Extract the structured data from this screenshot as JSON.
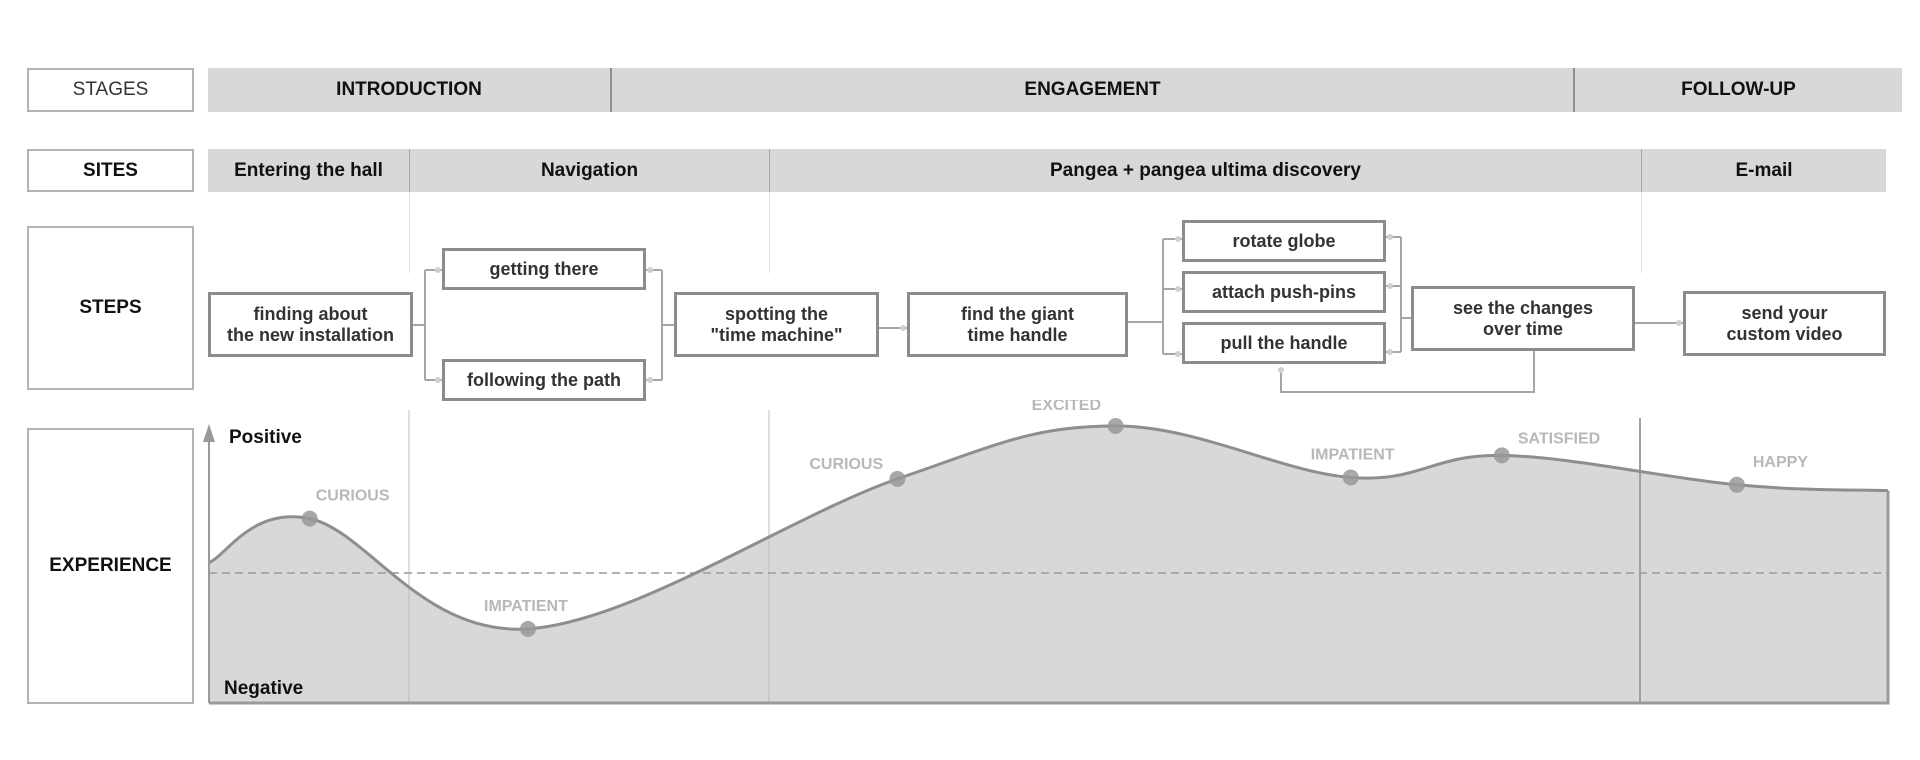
{
  "row_labels": {
    "stages": "STAGES",
    "sites": "SITES",
    "steps": "STEPS",
    "experience": "EXPERIENCE"
  },
  "stages": [
    {
      "label": "INTRODUCTION"
    },
    {
      "label": "ENGAGEMENT"
    },
    {
      "label": "FOLLOW-UP"
    }
  ],
  "sites": [
    {
      "label": "Entering the hall"
    },
    {
      "label": "Navigation"
    },
    {
      "label": "Pangea + pangea ultima discovery"
    },
    {
      "label": "E-mail"
    }
  ],
  "steps": [
    {
      "id": "finding",
      "label": "finding about\nthe new installation"
    },
    {
      "id": "getting",
      "label": "getting there"
    },
    {
      "id": "following",
      "label": "following the path"
    },
    {
      "id": "spotting",
      "label": "spotting the\n\"time machine\""
    },
    {
      "id": "giant",
      "label": "find the giant\ntime handle"
    },
    {
      "id": "rotate",
      "label": "rotate globe"
    },
    {
      "id": "pushpins",
      "label": "attach push-pins"
    },
    {
      "id": "pull",
      "label": "pull the handle"
    },
    {
      "id": "changes",
      "label": "see the changes\nover time"
    },
    {
      "id": "video",
      "label": "send your\ncustom video"
    }
  ],
  "experience": {
    "axis_top_label": "Positive",
    "axis_bottom_label": "Negative",
    "emotions": [
      "CURIOUS",
      "IMPATIENT",
      "CURIOUS",
      "EXCITED",
      "IMPATIENT",
      "SATISFIED",
      "HAPPY"
    ]
  },
  "chart_data": {
    "type": "area",
    "title": "",
    "xlabel": "",
    "ylabel": "Experience",
    "y_top_label": "Positive",
    "y_bottom_label": "Negative",
    "ylim": [
      -1,
      1
    ],
    "baseline": 0,
    "points": [
      {
        "label": "CURIOUS",
        "x": 0.06,
        "y": 0.37
      },
      {
        "label": "IMPATIENT",
        "x": 0.19,
        "y": -0.38
      },
      {
        "label": "CURIOUS",
        "x": 0.41,
        "y": 0.64
      },
      {
        "label": "EXCITED",
        "x": 0.54,
        "y": 1.0
      },
      {
        "label": "IMPATIENT",
        "x": 0.68,
        "y": 0.65
      },
      {
        "label": "SATISFIED",
        "x": 0.77,
        "y": 0.8
      },
      {
        "label": "HAPPY",
        "x": 0.91,
        "y": 0.6
      }
    ]
  }
}
